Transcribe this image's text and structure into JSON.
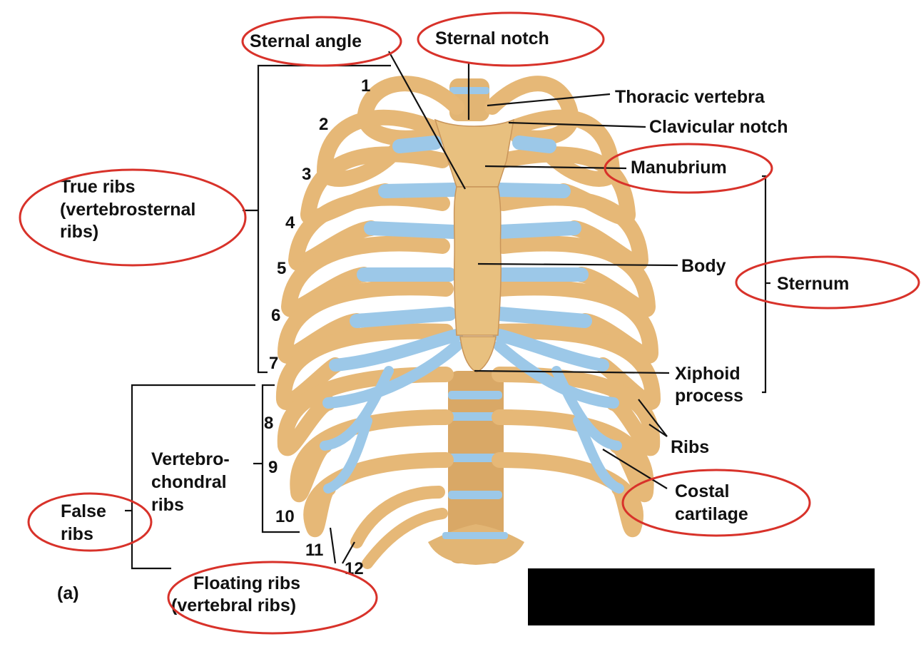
{
  "figure": {
    "labels": {
      "sternal_angle": "Sternal angle",
      "sternal_notch": "Sternal notch",
      "thoracic_vertebra": "Thoracic vertebra",
      "clavicular_notch": "Clavicular notch",
      "manubrium": "Manubrium",
      "true_ribs_1": "True ribs",
      "true_ribs_2": "(vertebrosternal",
      "true_ribs_3": "ribs)",
      "body": "Body",
      "sternum": "Sternum",
      "xiphoid_1": "Xiphoid",
      "xiphoid_2": "process",
      "vertebrochondral_1": "Vertebro-",
      "vertebrochondral_2": "chondral",
      "vertebrochondral_3": "ribs",
      "ribs": "Ribs",
      "costal_cartilage_1": "Costal",
      "costal_cartilage_2": "cartilage",
      "false_ribs_1": "False",
      "false_ribs_2": "ribs",
      "floating_ribs_1": "Floating ribs",
      "floating_ribs_2": "(vertebral ribs)",
      "panel": "(a)"
    },
    "rib_numbers": [
      "1",
      "2",
      "3",
      "4",
      "5",
      "6",
      "7",
      "8",
      "9",
      "10",
      "11",
      "12"
    ],
    "colors": {
      "bone": "#E6B877",
      "bone_shadow": "#C9955A",
      "cartilage": "#9CC8E8",
      "highlight_ring": "#D8322A",
      "text": "#111111",
      "redaction": "#000000"
    }
  }
}
